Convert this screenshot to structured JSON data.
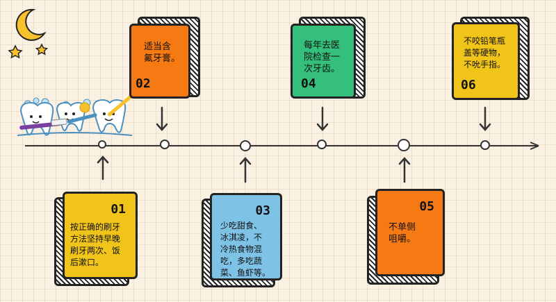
{
  "colors": {
    "background": "#fbf1e3",
    "line": "#333333",
    "moon": "#f6c12a",
    "yellow": "#f0c419",
    "orange": "#f57a14",
    "green": "#34c07a",
    "blue": "#7ec3e6"
  },
  "decorations": {
    "moon": "crescent-moon-icon",
    "stars": "star-icon",
    "mascot": "brushing-teeth-mascots"
  },
  "steps": [
    {
      "num": "01",
      "text": "按正确的刷牙\n方法坚持早晚\n刷牙两次、饭\n后漱口。",
      "color": "yellow",
      "position": "below"
    },
    {
      "num": "02",
      "text": "适当含\n氟牙膏。",
      "color": "orange",
      "position": "above"
    },
    {
      "num": "03",
      "text": "少吃甜食、\n冰淇凌，不\n冷热食物混\n吃，多吃蔬\n菜、鱼虾等。",
      "color": "blue",
      "position": "below"
    },
    {
      "num": "04",
      "text": "每年去医\n院检查一\n次牙齿。",
      "color": "green",
      "position": "above"
    },
    {
      "num": "05",
      "text": "不单侧\n咀嚼。",
      "color": "orange",
      "position": "below"
    },
    {
      "num": "06",
      "text": "不咬铅笔瓶\n盖等硬物，\n不吮手指。",
      "color": "yellow",
      "position": "above"
    }
  ]
}
